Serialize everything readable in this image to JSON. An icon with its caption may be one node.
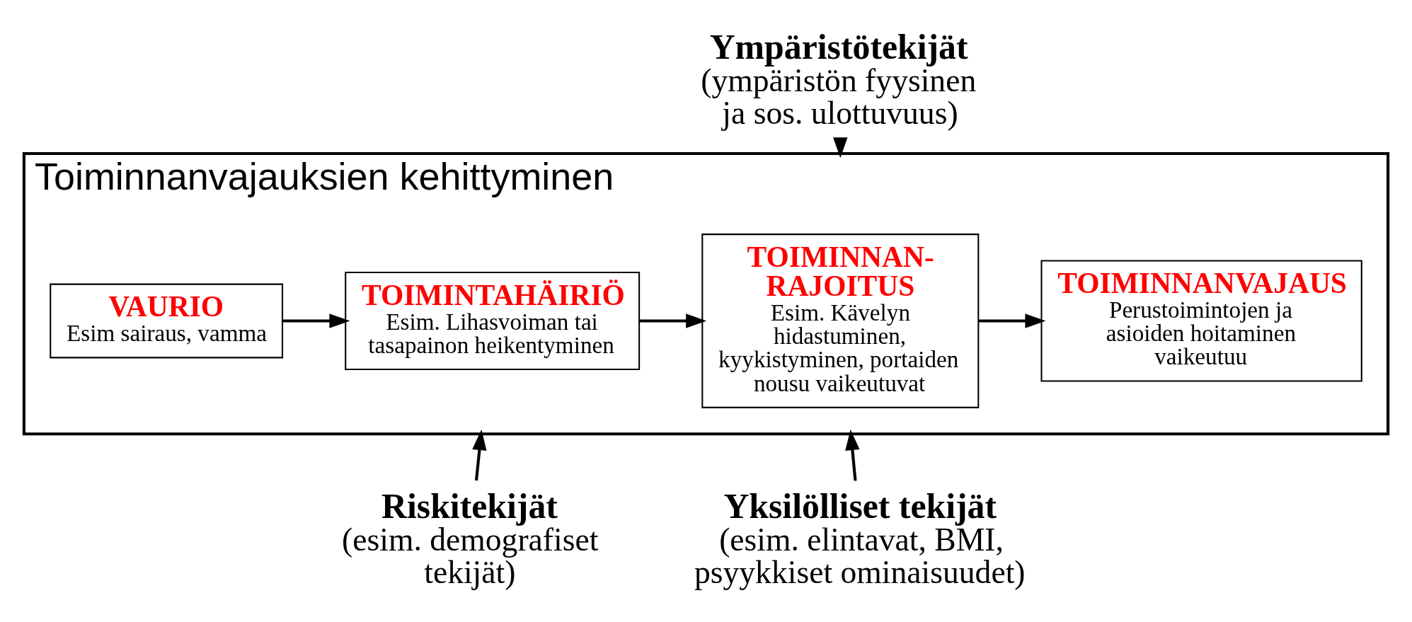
{
  "diagram": {
    "nodes": [
      {
        "text": [
          "Ympäristötekijät",
          "(ympäristön fyysinen ja sos. ulottuvuus)"
        ]
      },
      {
        "text": [
          "Toiminnanvajauksien kehittyminen"
        ]
      },
      {
        "text": [
          "VAURIO",
          "Esim sairaus, vamma"
        ],
        "in": 1
      },
      {
        "text": [
          "TOIMINTAHÄIRIÖ",
          "Esim. Lihasvoiman tai tasapainon heikentyminen"
        ],
        "in": 1
      },
      {
        "text": [
          "TOIMINNAN- RAJOITUS",
          "Esim. Kävelyn hidastuminen, kyykistyminen, portaiden nousu vaikeutuvat"
        ],
        "in": 1
      },
      {
        "text": [
          "TOIMINNANVAJAUS",
          "Perustoimintojen ja asioiden hoitaminen vaikeutuu"
        ],
        "in": 1
      },
      {
        "text": [
          "Riskitekijät",
          "(esim. demografiset tekijät)"
        ]
      },
      {
        "text": [
          "Yksilölliset tekijät",
          "(esim. elintavat, BMI, psyykkiset ominaisuudet)"
        ]
      }
    ],
    "edges": [
      {
        "from": 0,
        "to": 1,
        "arrow": "to"
      },
      {
        "from": 2,
        "to": 3,
        "arrow": "to"
      },
      {
        "from": 3,
        "to": 4,
        "arrow": "to"
      },
      {
        "from": 4,
        "to": 5,
        "arrow": "to"
      },
      {
        "from": 6,
        "to": 1,
        "arrow": "to"
      },
      {
        "from": 7,
        "to": 1,
        "arrow": "to"
      }
    ]
  }
}
